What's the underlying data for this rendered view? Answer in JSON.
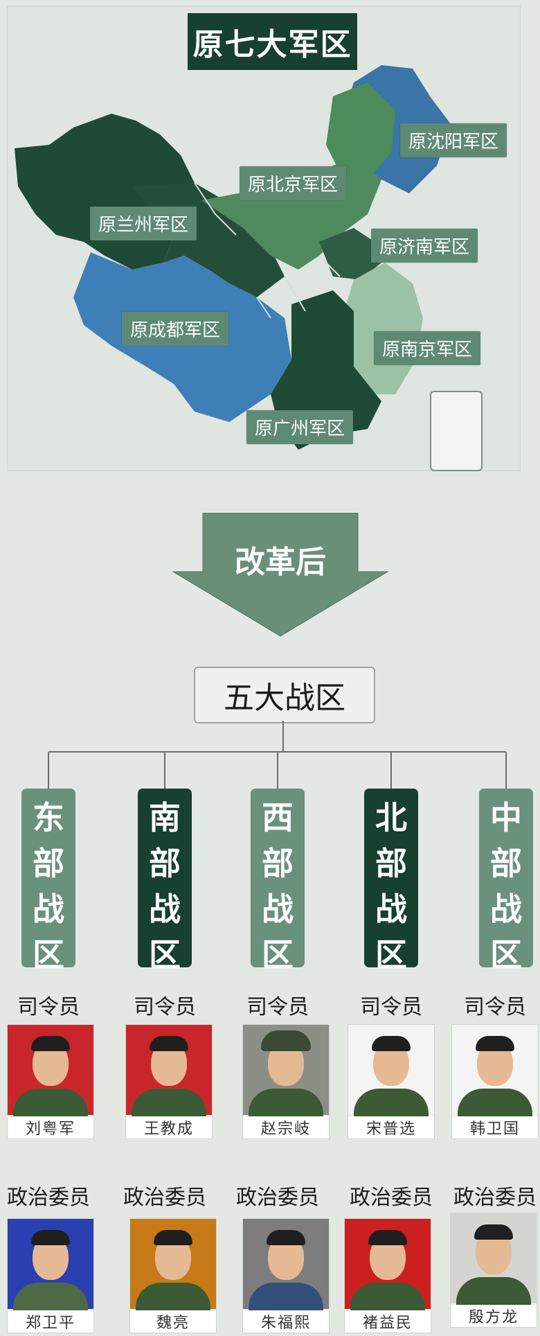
{
  "map": {
    "title": "原七大军区",
    "regions": [
      {
        "label": "原沈阳军区"
      },
      {
        "label": "原北京军区"
      },
      {
        "label": "原兰州军区"
      },
      {
        "label": "原济南军区"
      },
      {
        "label": "原成都军区"
      },
      {
        "label": "原南京军区"
      },
      {
        "label": "原广州军区"
      }
    ]
  },
  "arrow": {
    "label": "改革后"
  },
  "root": {
    "label": "五大战区"
  },
  "theaters": [
    {
      "label": "东部战区",
      "chars": [
        "东",
        "部",
        "战",
        "区"
      ],
      "style": "light"
    },
    {
      "label": "南部战区",
      "chars": [
        "南",
        "部",
        "战",
        "区"
      ],
      "style": "dark"
    },
    {
      "label": "西部战区",
      "chars": [
        "西",
        "部",
        "战",
        "区"
      ],
      "style": "light"
    },
    {
      "label": "北部战区",
      "chars": [
        "北",
        "部",
        "战",
        "区"
      ],
      "style": "dark"
    },
    {
      "label": "中部战区",
      "chars": [
        "中",
        "部",
        "战",
        "区"
      ],
      "style": "light"
    }
  ],
  "commanders": {
    "role": "司令员",
    "people": [
      {
        "name": "刘粤军",
        "bg": "#c8262a"
      },
      {
        "name": "王教成",
        "bg": "#c8262a"
      },
      {
        "name": "赵宗岐",
        "bg": "#8b8f86"
      },
      {
        "name": "宋普选",
        "bg": "#f4f4f4"
      },
      {
        "name": "韩卫国",
        "bg": "#f4f4f4"
      }
    ]
  },
  "commissars": {
    "role": "政治委员",
    "people": [
      {
        "name": "郑卫平",
        "bg": "#2a3fb0"
      },
      {
        "name": "魏亮",
        "bg": "#c77a18"
      },
      {
        "name": "朱福熙",
        "bg": "#7d7d7d"
      },
      {
        "name": "褚益民",
        "bg": "#cc1f1f"
      },
      {
        "name": "殷方龙",
        "bg": "#d4d4d0"
      }
    ]
  },
  "colors": {
    "dark_green": "#17402e",
    "mid_green": "#5e8a74",
    "light_green": "#6a917b",
    "blue": "#3f7fb8"
  }
}
